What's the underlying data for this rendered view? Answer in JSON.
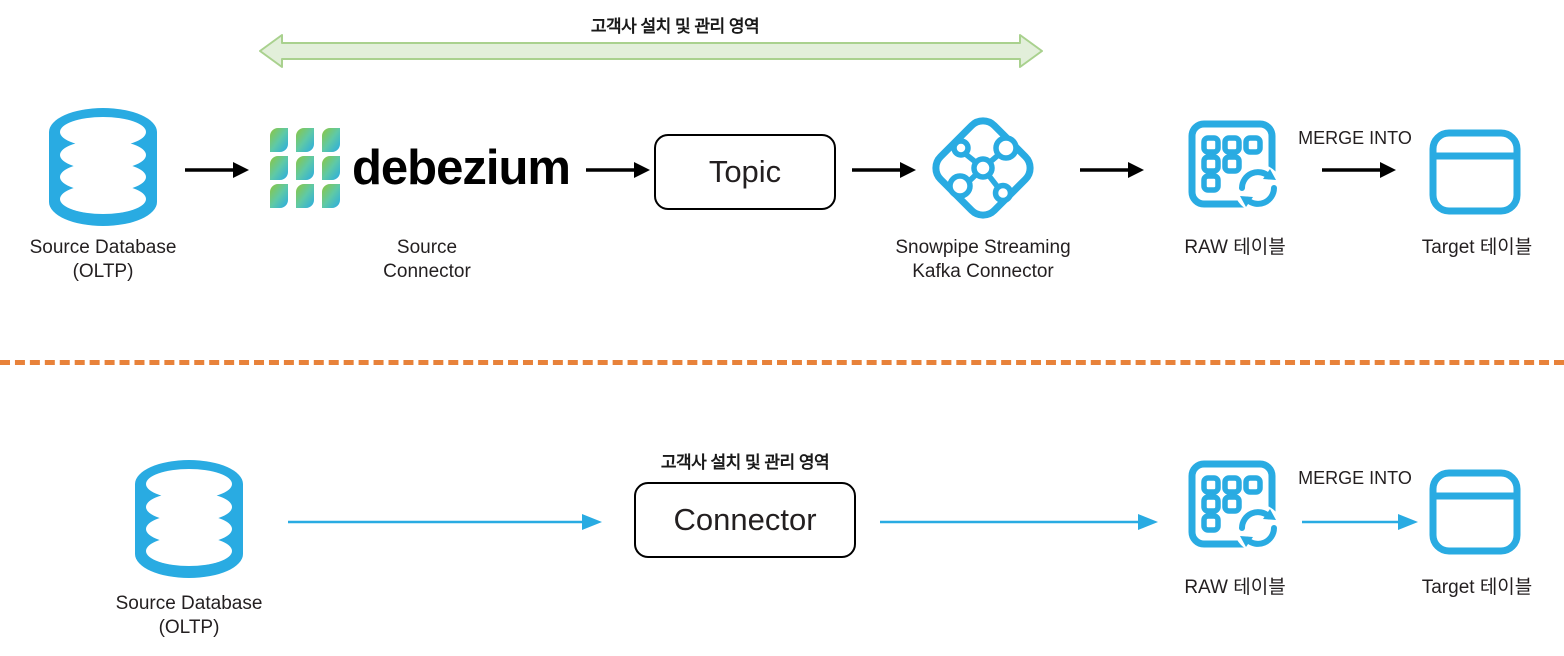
{
  "diagram": {
    "title_top": "고객사 설치 및 관리 영역",
    "title_bottom": "고객사 설치 및 관리 영역",
    "colors": {
      "blue": "#29ABE2",
      "green_arrow_fill": "#E2EFDA",
      "green_arrow_stroke": "#A9D18E",
      "orange_divider": "#E8823A",
      "black": "#000000"
    }
  },
  "top_row": {
    "source_database": {
      "icon": "database-cylinder-icon",
      "label_line1": "Source Database",
      "label_line2": "(OLTP)"
    },
    "source_connector": {
      "icon": "debezium-logo-icon",
      "wordmark": "debezium",
      "label_line1": "Source",
      "label_line2": "Connector"
    },
    "topic": {
      "label": "Topic"
    },
    "kafka_connector": {
      "icon": "kafka-diamond-icon",
      "label_line1": "Snowpipe Streaming",
      "label_line2": "Kafka Connector"
    },
    "raw_table": {
      "icon": "raw-table-refresh-icon",
      "label": "RAW 테이블"
    },
    "merge_label": "MERGE INTO",
    "target_table": {
      "icon": "target-table-icon",
      "label": "Target 테이블"
    }
  },
  "bottom_row": {
    "source_database": {
      "icon": "database-cylinder-icon",
      "label_line1": "Source Database",
      "label_line2": "(OLTP)"
    },
    "connector": {
      "label": "Connector"
    },
    "raw_table": {
      "icon": "raw-table-refresh-icon",
      "label": "RAW 테이블"
    },
    "merge_label": "MERGE INTO",
    "target_table": {
      "icon": "target-table-icon",
      "label": "Target 테이블"
    }
  }
}
